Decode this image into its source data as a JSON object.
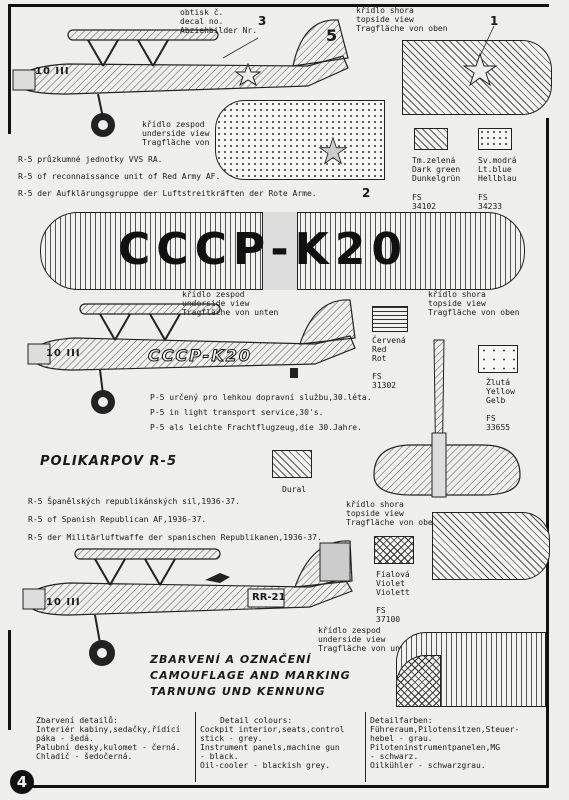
{
  "page_number": "4",
  "decal_label": [
    "obtisk č.",
    "decal no.",
    "Abziehbilder Nr."
  ],
  "decal_numbers": [
    "1",
    "2",
    "3"
  ],
  "topside_label": [
    "křídlo shora",
    "topside view",
    "Tragfläche von oben"
  ],
  "underside_label": [
    "křídlo zespod",
    "underside view",
    "Tragfläche von unten"
  ],
  "markings": {
    "tail_number": "5",
    "fuselage_code_1": "10 III",
    "big_wing_code": "CCCP-K20",
    "p5_fuselage_code": "CCCP-K20",
    "p5_side_code": "10 III",
    "spanish_code": "RR-21",
    "spanish_fuselage_code": "10 III"
  },
  "section_r5_red_army": [
    "R-5  průzkumné jednotky VVS RA.",
    "R-5  of reconnaissance unit of Red Army AF.",
    "R-5  der Aufklärungsgruppe der Luftstreitkräften der Rote Arme."
  ],
  "swatches": {
    "green": {
      "lines": [
        "Tm.zelená",
        "Dark green",
        "Dunkelgrün"
      ],
      "fs": "FS\n34102"
    },
    "blue": {
      "lines": [
        "Sv.modrá",
        "Lt.blue",
        "Hellblau"
      ],
      "fs": "FS\n34233"
    },
    "red": {
      "lines": [
        "Červená",
        "Red",
        "Rot"
      ],
      "fs": "FS\n31302"
    },
    "yellow": {
      "lines": [
        "Žlutá",
        "Yellow",
        "Gelb"
      ],
      "fs": "FS\n33655"
    },
    "dural": {
      "lines": [
        "Dural"
      ]
    },
    "violet": {
      "lines": [
        "Fialová",
        "Violet",
        "Violett"
      ],
      "fs": "FS\n37100"
    }
  },
  "section_p5": [
    "P-5  určený pro lehkou dopravní službu,30.léta.",
    "P-5  in light transport service,30's.",
    "P-5  als leichte Frachtflugzeug,die 30.Jahre."
  ],
  "aircraft_title": "POLIKARPOV R-5",
  "section_r5_spanish": [
    "R-5  Španělských republikánských sil,1936-37.",
    "R-5  of Spanish Republican AF,1936-37.",
    "R-5  der Militärluftwaffe der spanischen Republikanen,1936-37."
  ],
  "camouflage_title": [
    "ZBARVENÍ A OZNAČENÍ",
    "CAMOUFLAGE AND MARKING",
    "TARNUNG UND KENNUNG"
  ],
  "detail_cz": {
    "title": "Zbarvení detailů:",
    "text": "Interiér kabiny,sedačky,řídící\npáka - šedá.\nPalubní desky,kulomet - černá.\nChladič - šedočerná."
  },
  "detail_en": {
    "title": "Detail colours:",
    "text": "Cockpit interior,seats,control\nstick - grey.\nInstrument panels,machine gun\n- black.\nOil-cooler - blackish grey."
  },
  "detail_de": {
    "title": "Detailfarben:",
    "text": "Führeraum,Pilotensitzen,Steuer-\nhebel - grau.\nPiloteninstrumentpanelen,MG\n- schwarz.\nOilkühler - schwarzgrau."
  }
}
